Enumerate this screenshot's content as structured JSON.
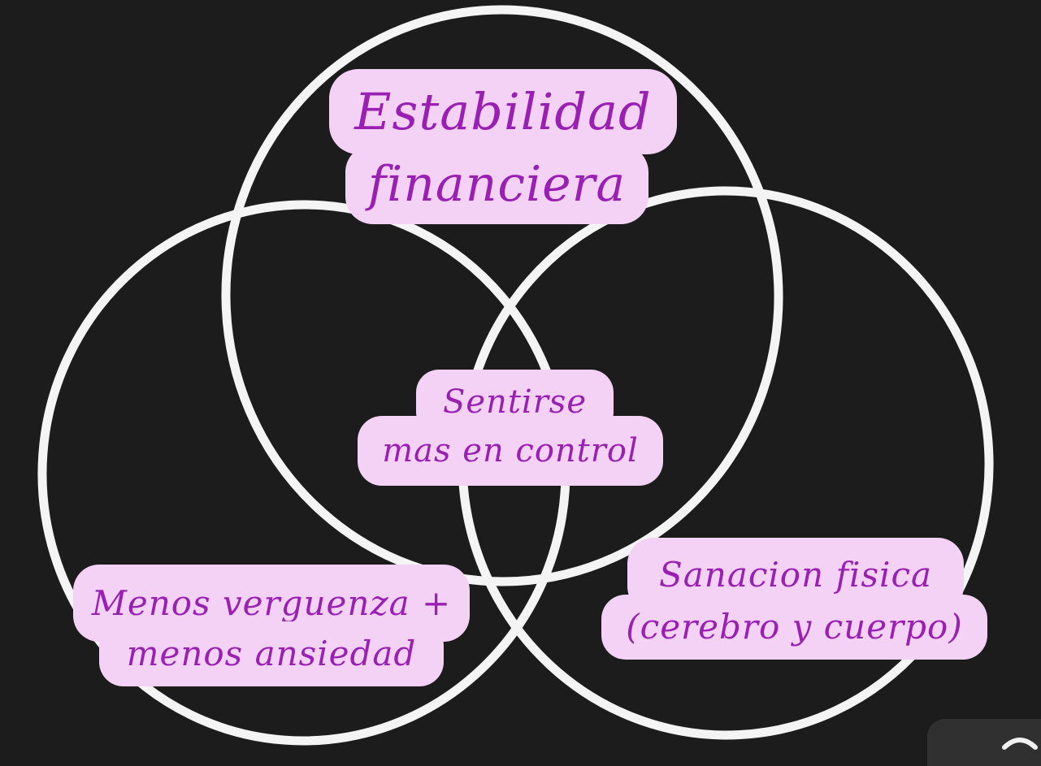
{
  "diagram": {
    "circles": [
      {
        "name": "top"
      },
      {
        "name": "left"
      },
      {
        "name": "right"
      }
    ],
    "labels": {
      "top": [
        "Estabilidad",
        "financiera"
      ],
      "center": [
        "Sentirse",
        "mas en control"
      ],
      "left": [
        "Menos verguenza +",
        "menos ansiedad"
      ],
      "right": [
        "Sanacion fisica",
        "(cerebro y cuerpo)"
      ]
    }
  },
  "colors": {
    "background": "#1c1c1c",
    "ring": "#f4f4f4",
    "label_background": "#f4d2f6",
    "label_text": "#9a1fb3"
  },
  "controls": {
    "scroll_top_icon": "chevron-up-icon"
  }
}
